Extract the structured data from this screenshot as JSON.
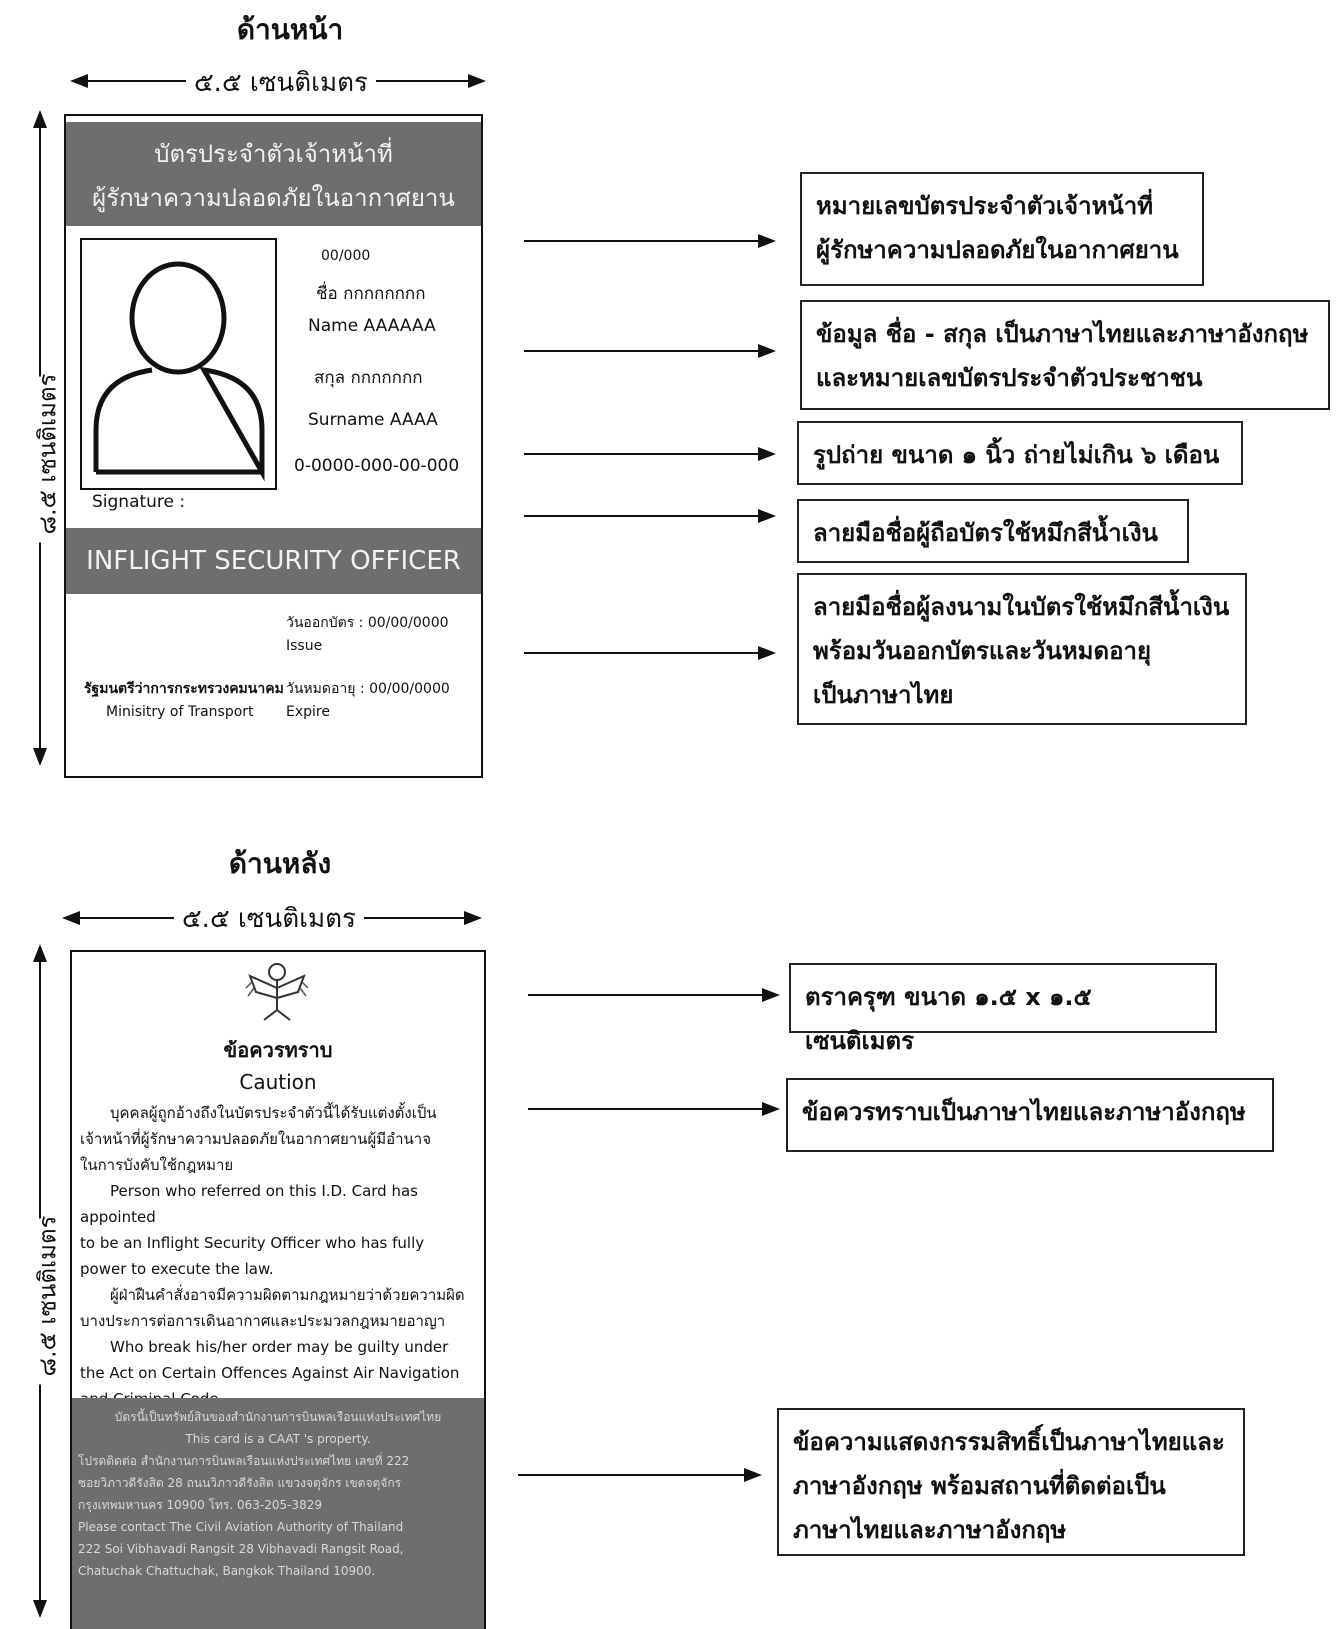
{
  "front": {
    "heading": "ด้านหน้า",
    "width_label": "๕.๕ เซนติเมตร",
    "height_label": "๘.๕ เซนติเมตร",
    "card": {
      "title_line1": "บัตรประจำตัวเจ้าหน้าที่",
      "title_line2": "ผู้รักษาความปลอดภัยในอากาศยาน",
      "card_no": "00/000",
      "name_th": "ชื่อ กกกกกกกก",
      "name_en": "Name AAAAAA",
      "surname_th": "สกุล กกกกกกก",
      "surname_en": "Surname AAAA",
      "id_no": "0-0000-000-00-000",
      "signature": "Signature :",
      "officer_band": "INFLIGHT SECURITY OFFICER",
      "issue_th": "วันออกบัตร : 00/00/0000",
      "issue_en": "Issue",
      "expire_th": "วันหมดอายุ : 00/00/0000",
      "expire_en": "Expire",
      "minister_th": "รัฐมนตรีว่าการกระทรวงคมนาคม",
      "minister_en": "Minisitry of Transport"
    },
    "notes": [
      {
        "line1": "หมายเลขบัตรประจำตัวเจ้าหน้าที่",
        "line2": "ผู้รักษาความปลอดภัยในอากาศยาน"
      },
      {
        "line1": "ข้อมูล ชื่อ - สกุล เป็นภาษาไทยและภาษาอังกฤษ",
        "line2": "และหมายเลขบัตรประจำตัวประชาชน"
      },
      {
        "line1": "รูปถ่าย ขนาด ๑ นิ้ว ถ่ายไม่เกิน ๖ เดือน"
      },
      {
        "line1": "ลายมือชื่อผู้ถือบัตรใช้หมึกสีน้ำเงิน"
      },
      {
        "line1": "ลายมือชื่อผู้ลงนามในบัตรใช้หมึกสีน้ำเงิน",
        "line2": "พร้อมวันออกบัตรและวันหมดอายุ",
        "line3": "เป็นภาษาไทย"
      }
    ]
  },
  "back": {
    "heading": "ด้านหลัง",
    "width_label": "๕.๕ เซนติเมตร",
    "height_label": "๘.๕ เซนติเมตร",
    "card": {
      "caution_th": "ข้อควรทราบ",
      "caution_en": "Caution",
      "para1_th_a": "บุคคลผู้ถูกอ้างถึงในบัตรประจำตัวนี้ได้รับแต่งตั้งเป็น",
      "para1_th_b": "เจ้าหน้าที่ผู้รักษาความปลอดภัยในอากาศยานผู้มีอำนาจ",
      "para1_th_c": "ในการบังคับใช้กฎหมาย",
      "para1_en_a": "Person who referred on this I.D. Card has appointed",
      "para1_en_b": "to be an Inflight Security Officer who has fully",
      "para1_en_c": "power to execute the law.",
      "para2_th_a": "ผู้ฝ่าฝืนคำสั่งอาจมีความผิดตามกฎหมายว่าด้วยความผิด",
      "para2_th_b": "บางประการต่อการเดินอากาศและประมวลกฎหมายอาญา",
      "para2_en_a": "Who break his/her order may be guilty under",
      "para2_en_b": "the Act on Certain Offences Against Air Navigation",
      "para2_en_c": "and Criminal Code.",
      "own_1": "บัตรนี้เป็นทรัพย์สินของสำนักงานการบินพลเรือนแห่งประเทศไทย",
      "own_2": "This card is a CAAT 's property.",
      "own_3": "โปรดติดต่อ สำนักงานการบินพลเรือนแห่งประเทศไทย เลขที่ 222",
      "own_4": "ซอยวิภาวดีรังสิต 28 ถนนวิภาวดีรังสิต แขวงจตุจักร เขตจตุจักร",
      "own_5": "กรุงเทพมหานคร 10900 โทร. 063-205-3829",
      "own_6": "Please contact The Civil Aviation Authority of Thailand",
      "own_7": "222 Soi Vibhavadi Rangsit 28 Vibhavadi Rangsit Road,",
      "own_8": "Chatuchak Chattuchak, Bangkok Thailand 10900."
    },
    "notes": [
      {
        "line1": "ตราครุฑ ขนาด ๑.๕ x ๑.๕ เซนติเมตร"
      },
      {
        "line1": "ข้อควรทราบเป็นภาษาไทยและภาษาอังกฤษ"
      },
      {
        "line1": "ข้อความแสดงกรรมสิทธิ์เป็นภาษาไทยและ",
        "line2": "ภาษาอังกฤษ พร้อมสถานที่ติดต่อเป็น",
        "line3": "ภาษาไทยและภาษาอังกฤษ"
      }
    ]
  },
  "colors": {
    "band": "#6e6e6e",
    "ink": "#111111"
  },
  "icons": [
    "person-silhouette-icon",
    "garuda-emblem-icon",
    "arrow-right-icon"
  ]
}
